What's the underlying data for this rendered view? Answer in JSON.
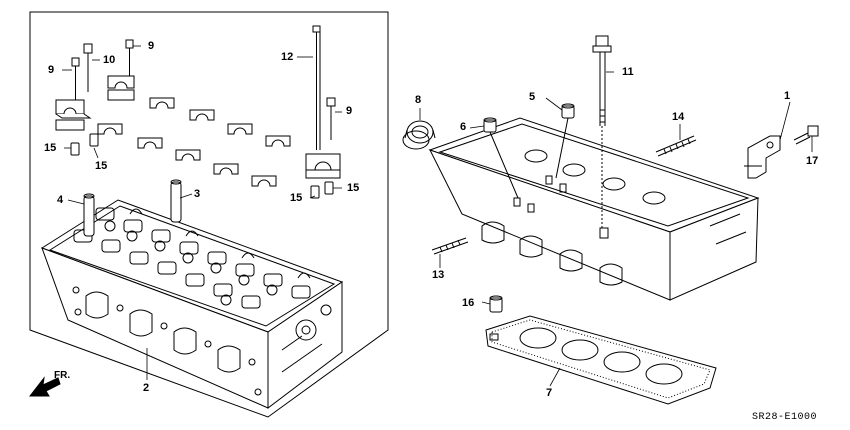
{
  "diagram": {
    "code": "SR28-E1000",
    "direction_label": "FR.",
    "callouts": [
      {
        "id": "c1",
        "text": "1"
      },
      {
        "id": "c2",
        "text": "2"
      },
      {
        "id": "c3",
        "text": "3"
      },
      {
        "id": "c4",
        "text": "4"
      },
      {
        "id": "c5",
        "text": "5"
      },
      {
        "id": "c6",
        "text": "6"
      },
      {
        "id": "c7",
        "text": "7"
      },
      {
        "id": "c8",
        "text": "8"
      },
      {
        "id": "c9a",
        "text": "9"
      },
      {
        "id": "c9b",
        "text": "9"
      },
      {
        "id": "c9c",
        "text": "9"
      },
      {
        "id": "c10",
        "text": "10"
      },
      {
        "id": "c11",
        "text": "11"
      },
      {
        "id": "c12",
        "text": "12"
      },
      {
        "id": "c13",
        "text": "13"
      },
      {
        "id": "c14",
        "text": "14"
      },
      {
        "id": "c15a",
        "text": "15"
      },
      {
        "id": "c15b",
        "text": "15"
      },
      {
        "id": "c15c",
        "text": "15"
      },
      {
        "id": "c15d",
        "text": "15"
      },
      {
        "id": "c16",
        "text": "16"
      },
      {
        "id": "c17",
        "text": "17"
      }
    ]
  }
}
